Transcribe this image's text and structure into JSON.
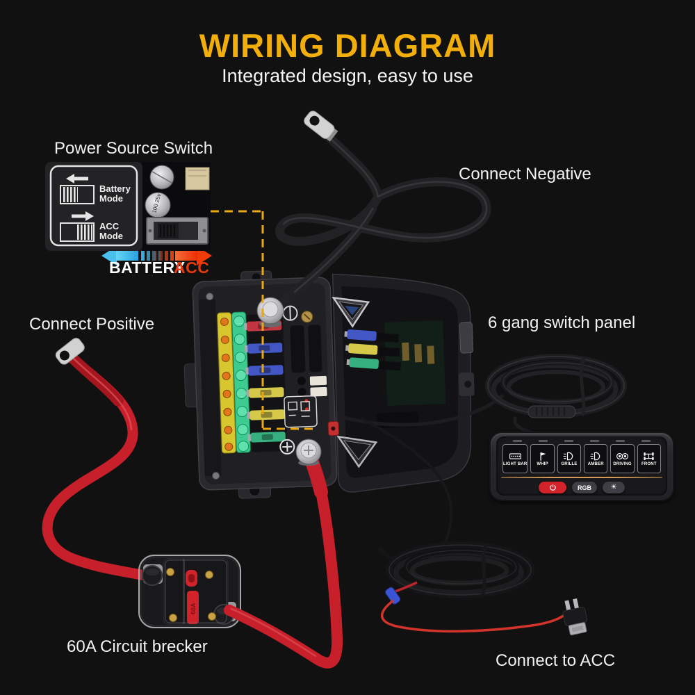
{
  "header": {
    "title": "WIRING DIAGRAM",
    "subtitle": "Integrated design, easy to use"
  },
  "annotations": {
    "power_source_switch": "Power Source Switch",
    "connect_negative": "Connect Negative",
    "connect_positive": "Connect Positive",
    "six_gang_switch_panel": "6 gang switch panel",
    "circuit_breaker": "60A Circuit brecker",
    "connect_to_acc": "Connect to ACC"
  },
  "power_switch": {
    "modes": [
      {
        "line1": "Battery",
        "line2": "Mode"
      },
      {
        "line1": "ACC",
        "line2": "Mode"
      }
    ],
    "battery_label": "BATTERY",
    "acc_label": "ACC",
    "capacitor_text": "100 25v"
  },
  "breaker": {
    "rating": "60A"
  },
  "switch_panel": {
    "buttons": [
      {
        "label": "LIGHT BAR",
        "icon": "light-bar-icon"
      },
      {
        "label": "WHIP",
        "icon": "whip-flag-icon"
      },
      {
        "label": "GRILLE",
        "icon": "grille-light-icon"
      },
      {
        "label": "AMBER",
        "icon": "amber-light-icon"
      },
      {
        "label": "DRIVING",
        "icon": "driving-lights-icon"
      },
      {
        "label": "FRONT",
        "icon": "front-axle-icon"
      }
    ],
    "rgb_label": "RGB"
  },
  "colors": {
    "background": "#111112",
    "title_yellow": "#f2ae0b",
    "acc_red": "#e8380d",
    "battery_blue": "#3cb7e8",
    "cable_red": "#c8202a",
    "dashed_yellow": "#e9a714"
  }
}
